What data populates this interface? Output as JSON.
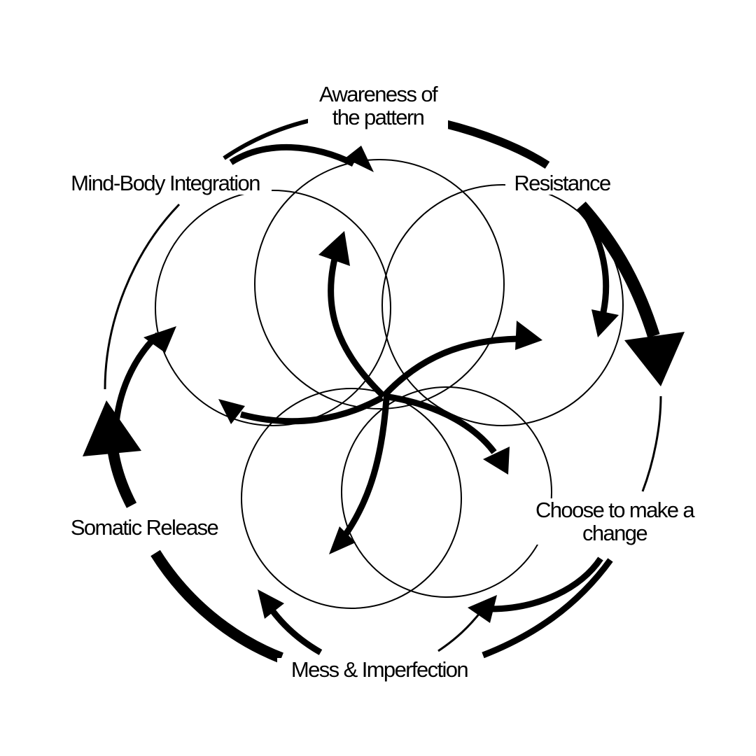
{
  "diagram": {
    "colors": {
      "ink": "#000000",
      "background": "#ffffff"
    },
    "nodes": [
      {
        "id": "awareness",
        "lines": [
          "Awareness of",
          "the pattern"
        ]
      },
      {
        "id": "resistance",
        "lines": [
          "Resistance"
        ]
      },
      {
        "id": "choose",
        "lines": [
          "Choose to make a",
          "change"
        ]
      },
      {
        "id": "mess",
        "lines": [
          "Mess & Imperfection"
        ]
      },
      {
        "id": "somatic",
        "lines": [
          "Somatic Release"
        ]
      },
      {
        "id": "mindbody",
        "lines": [
          "Mind-Body Integration"
        ]
      }
    ],
    "cycle_order": [
      "awareness",
      "resistance",
      "choose",
      "mess",
      "somatic",
      "mindbody"
    ],
    "arrow_icons": [
      "clockwise-arrow-icon",
      "inner-arrow-icon"
    ]
  }
}
